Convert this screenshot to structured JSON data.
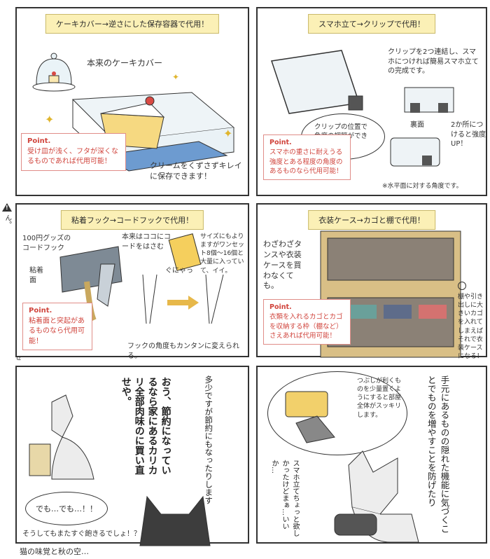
{
  "side_note": "コードフックにはあまり重いものはかけられません。",
  "panel1": {
    "title": "ケーキカバー→逆さにした保存容器で代用！",
    "label_cover": "本来のケーキカバー",
    "point_title": "Point.",
    "point_body": "受け皿が浅く、フタが深くなるものであれば代用可能！",
    "note_cream": "クリームをくずさずキレイに保存できます！"
  },
  "panel2": {
    "title": "スマホ立て→クリップで代用！",
    "note_clip": "クリップを2つ連結し、スマホにつければ簡易スマホ立ての完成です。",
    "label_back": "裏面",
    "note_two": "2か所につけると強度UP！",
    "note_pos": "クリップの位置で角度の調節ができ便利。",
    "point_title": "Point.",
    "point_body": "スマホの重さに耐えうる強度とある程度の角度のあるものなら代用可能！",
    "footnote": "※水平面に対する角度です。"
  },
  "panel3": {
    "title": "粘着フック→コードフックで代用！",
    "label_hook": "100円グッズのコードフック",
    "label_sticky": "粘着面",
    "label_hold": "本来はココにコードをはさむ",
    "label_package": "サイズにもよりますがワンセット8個〜16個と大量に入っていて、イイ。",
    "label_bend": "ぐにゃっ",
    "point_title": "Point.",
    "point_body": "粘着面と突起があるものなら代用可能！",
    "note_angle": "フックの角度もカンタンに変えられる。"
  },
  "panel4": {
    "title": "衣装ケース→カゴと棚で代用！",
    "note_tansu": "わざわざタンスや衣装ケースを買わなくても。",
    "point_title": "Point.",
    "point_body": "衣類を入れるカゴとカゴを収納する枠（棚など）さえあれば代用可能！",
    "note_shelf": "棚や引き出しに大きいカゴを入れてしまえばそれで衣装ケースになる！"
  },
  "panel5": {
    "speech_main": "おう、節約になっているなら家にあるカリカリ全部肉味のに買い直せや。",
    "narration": "多少ですが節約にもなったりします",
    "speech_small": "でも…でも…！！",
    "speech_bottom": "そうしてもまたすぐ飽きるでしょ！？",
    "caption": "猫の味覚と秋の空…"
  },
  "panel6": {
    "thought": "つぶしが利くものを少量置くようにすると部屋全体がスッキリします。",
    "narration": "手元にあるものの隠れた機能に気づくことでものを増やすことを防げたり",
    "mumble": "スマホ立てちょっと欲しかったけどまぁ…いいか…"
  }
}
